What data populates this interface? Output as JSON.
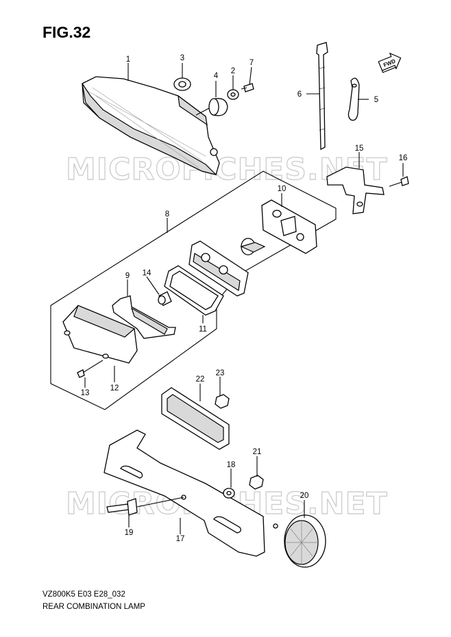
{
  "figure_title": "FIG.32",
  "model_code": "VZ800K5 E03 E28_032",
  "caption": "REAR COMBINATION LAMP",
  "watermark": "MICROFICHES.NET",
  "fwd_label": "FWD",
  "callouts": [
    "1",
    "2",
    "3",
    "4",
    "5",
    "6",
    "7",
    "8",
    "9",
    "10",
    "11",
    "12",
    "13",
    "14",
    "15",
    "16",
    "17",
    "18",
    "19",
    "20",
    "21",
    "22",
    "23"
  ]
}
